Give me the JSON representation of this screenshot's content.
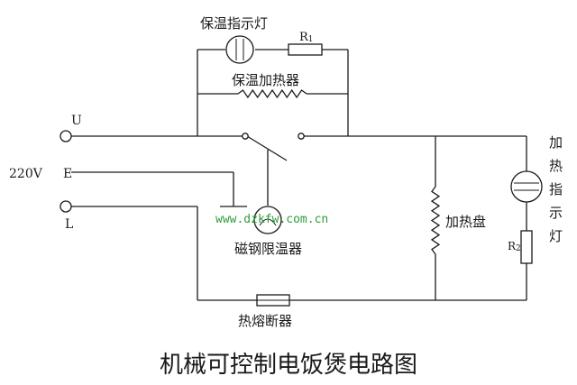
{
  "diagram": {
    "title": "机械可控制电饭煲电路图",
    "watermark": "www.dzkfw.com.cn",
    "watermark_color": "#2e9e3a",
    "ink_color": "#1a1a1a",
    "voltage_label": "220V",
    "terminals": {
      "u": "U",
      "e": "E",
      "l": "L"
    },
    "components": {
      "warm_indicator": "保温指示灯",
      "r1": "R",
      "r1_sub": "1",
      "warm_heater": "保温加热器",
      "magnetic_limiter": "磁钢限温器",
      "fuse": "热熔断器",
      "heating_plate": "加热盘",
      "heat_indicator": [
        "加",
        "热",
        "指",
        "示",
        "灯"
      ],
      "r2": "R",
      "r2_sub": "2"
    }
  }
}
